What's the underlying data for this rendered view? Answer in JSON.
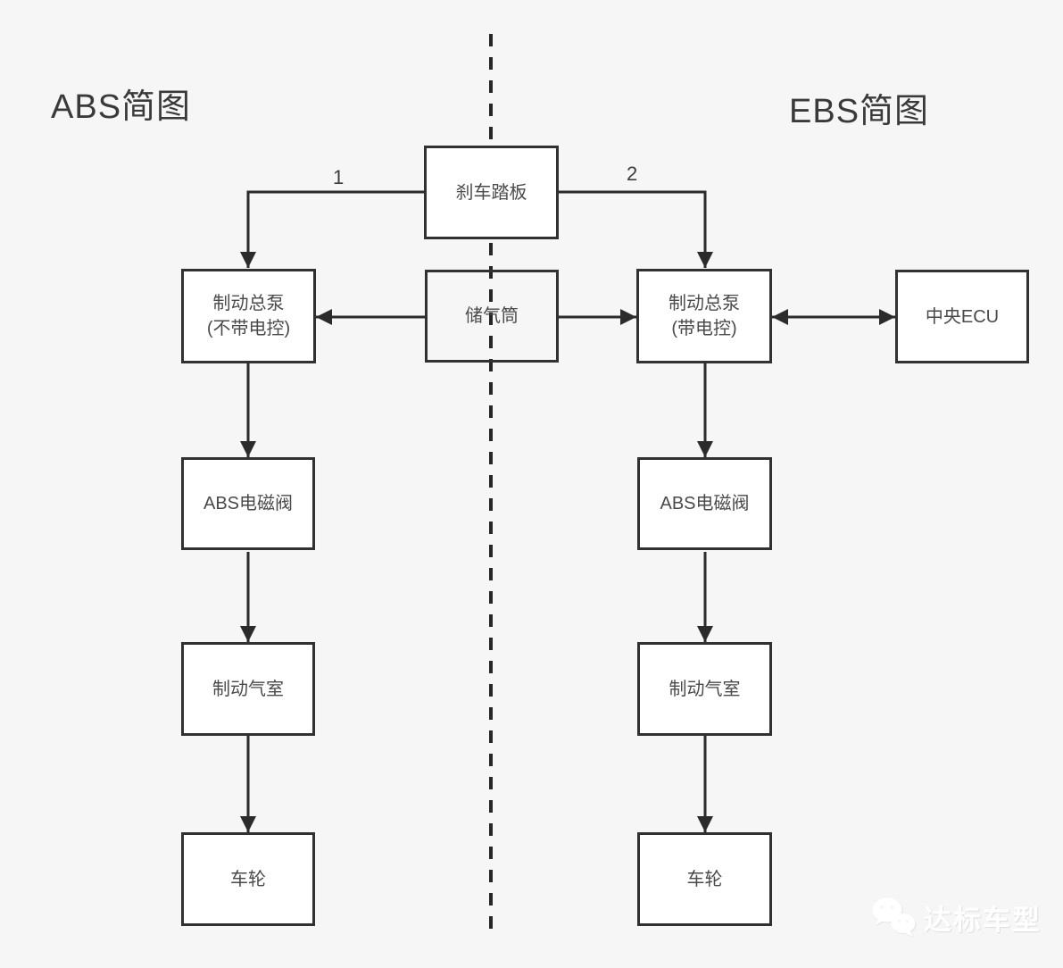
{
  "titles": {
    "left": "ABS简图",
    "right": "EBS简图"
  },
  "nodes": {
    "brake_pedal": {
      "label": "刹车踏板"
    },
    "master_left": {
      "line1": "制动总泵",
      "line2": "(不带电控)"
    },
    "reservoir": {
      "label": "储气筒"
    },
    "master_right": {
      "line1": "制动总泵",
      "line2": "(带电控)"
    },
    "ecu": {
      "label": "中央ECU"
    },
    "abs_valve_left": {
      "label": "ABS电磁阀"
    },
    "abs_valve_right": {
      "label": "ABS电磁阀"
    },
    "chamber_left": {
      "label": "制动气室"
    },
    "chamber_right": {
      "label": "制动气室"
    },
    "wheel_left": {
      "label": "车轮"
    },
    "wheel_right": {
      "label": "车轮"
    }
  },
  "edge_labels": {
    "left_branch": "1",
    "right_branch": "2"
  },
  "watermark": {
    "text": "达标车型"
  },
  "colors": {
    "background": "#f6f6f6",
    "box_fill": "#ffffff",
    "line": "#2b2b2b",
    "text": "#4a4a4a",
    "watermark": "#ffffff"
  }
}
